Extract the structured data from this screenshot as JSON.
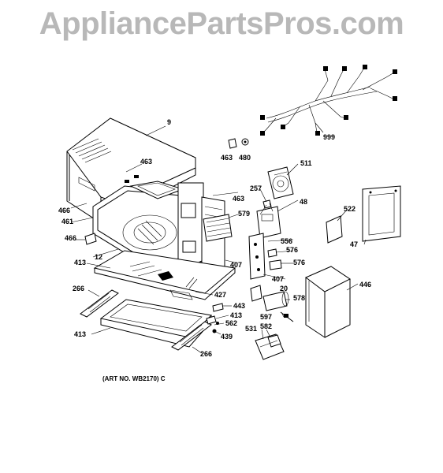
{
  "watermark": "AppliancePartsPros.com",
  "art_number": "(ART NO. WB2170) C",
  "callouts": [
    "9",
    "463",
    "463",
    "480",
    "999",
    "511",
    "257",
    "463",
    "48",
    "579",
    "522",
    "466",
    "461",
    "466",
    "12",
    "556",
    "576",
    "47",
    "407",
    "576",
    "413",
    "446",
    "407",
    "20",
    "266",
    "427",
    "578",
    "443",
    "413",
    "597",
    "562",
    "413",
    "582",
    "439",
    "531",
    "266"
  ]
}
